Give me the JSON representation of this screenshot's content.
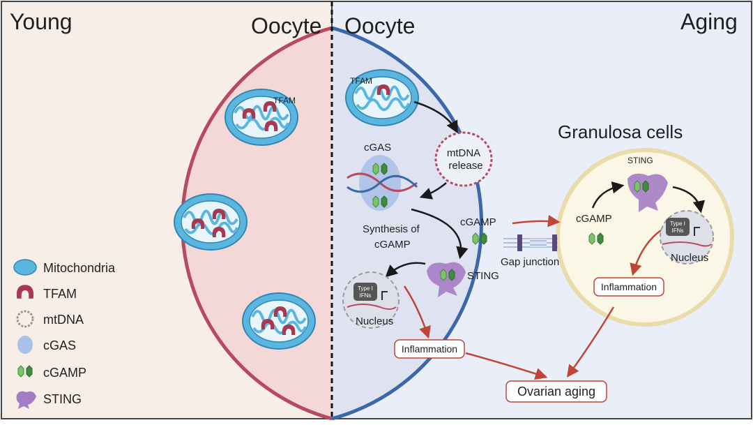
{
  "panels": {
    "young_label": "Young",
    "young_oocyte_label": "Oocyte",
    "aging_oocyte_label": "Oocyte",
    "aging_label": "Aging"
  },
  "young_oocyte": {
    "tfam_label": "TFAM"
  },
  "aging_oocyte": {
    "tfam_label": "TFAM",
    "mtdna_release_label_1": "mtDNA",
    "mtdna_release_label_2": "release",
    "cgas_label": "cGAS",
    "synthesis_label_1": "Synthesis of",
    "synthesis_label_2": "cGAMP",
    "cgamp_label": "cGAMP",
    "sting_label": "STING",
    "ifn_label_1": "Type I",
    "ifn_label_2": "IFNs",
    "nucleus_label": "Nucleus",
    "inflammation_label": "Inflammation"
  },
  "junction": {
    "label": "Gap junction"
  },
  "granulosa": {
    "title": "Granulosa cells",
    "sting_label": "STING",
    "cgamp_label": "cGAMP",
    "ifn_label_1": "Type I",
    "ifn_label_2": "IFNs",
    "nucleus_label": "Nucleus",
    "inflammation_label": "Inflammation"
  },
  "outcome": {
    "label": "Ovarian aging"
  },
  "legend": {
    "items": [
      "Mitochondria",
      "TFAM",
      "mtDNA",
      "cGAS",
      "cGAMP",
      "STING"
    ]
  },
  "colors": {
    "young_bg": "#f7eee7",
    "aging_bg": "#eaeef8",
    "young_cell_fill": "#f4d8d8",
    "young_cell_stroke": "#b84a5e",
    "aging_cell_fill": "#dfe3f1",
    "aging_cell_stroke": "#3a68a8",
    "granulosa_fill": "#fbf7e7",
    "granulosa_stroke": "#e9dcaa",
    "mito_fill": "#5bb6df",
    "tfam": "#a8374f",
    "cgamp": "#3f8b3f",
    "sting": "#9a6bb8",
    "arrow_red": "#bf4536"
  }
}
